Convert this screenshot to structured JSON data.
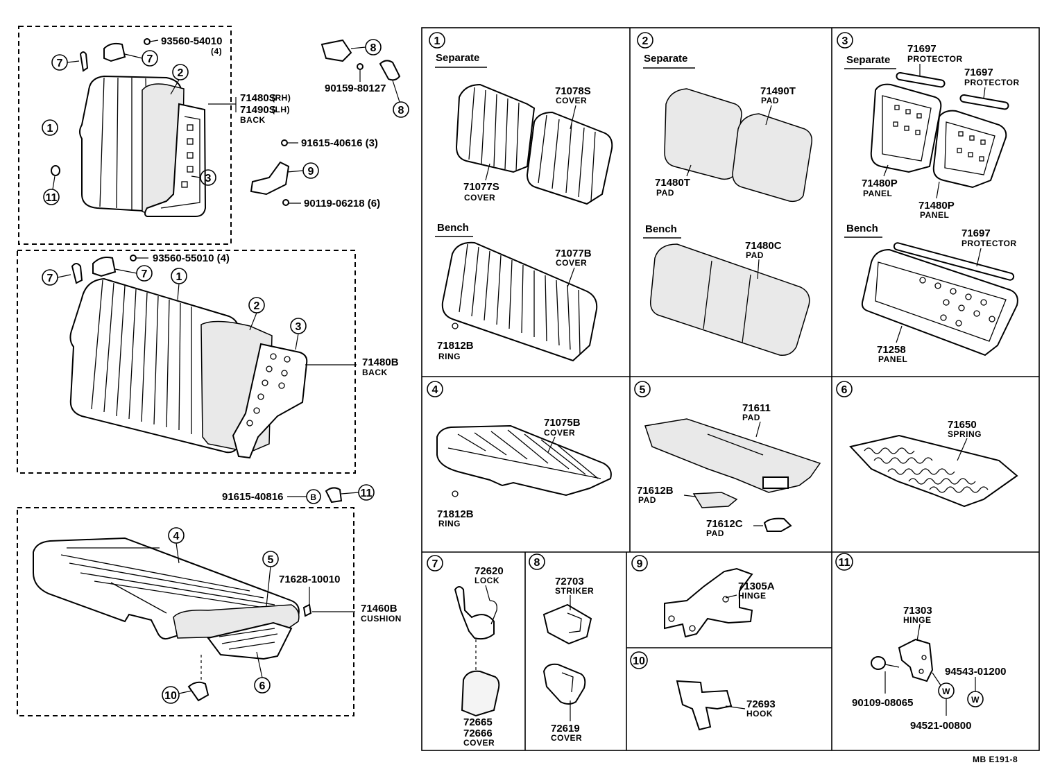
{
  "left": {
    "seat_back_separate": {
      "bolt_part": "93560-54010",
      "bolt_qty": "(4)",
      "assembly_part_rh": "71480S",
      "assembly_part_lh": "71490S",
      "rh_tag": "(RH)",
      "lh_tag": "(LH)",
      "assembly_desc": "BACK"
    },
    "hardware": {
      "bolt1": "90159-80127",
      "bolt2": "91615-40616 (3)",
      "bolt3": "90119-06218 (6)"
    },
    "seat_back_bench": {
      "bolt_part": "93560-55010 (4)",
      "assembly_part": "71480B",
      "assembly_desc": "BACK"
    },
    "bolt_b": "91615-40816",
    "bolt_b_marker": "B",
    "cushion": {
      "clip_part": "71628-10010",
      "assembly_part": "71460B",
      "assembly_desc": "CUSHION"
    }
  },
  "panels": {
    "p1": {
      "num": "1",
      "sep_heading": "Separate",
      "bench_heading": "Bench",
      "cover_s_part": "71078S",
      "cover_s_desc": "COVER",
      "cover_s2_part": "71077S",
      "cover_s2_desc": "COVER",
      "cover_b_part": "71077B",
      "cover_b_desc": "COVER",
      "ring_part": "71812B",
      "ring_desc": "RING"
    },
    "p2": {
      "num": "2",
      "sep_heading": "Separate",
      "bench_heading": "Bench",
      "pad_t1_part": "71490T",
      "pad_t1_desc": "PAD",
      "pad_t2_part": "71480T",
      "pad_t2_desc": "PAD",
      "pad_c_part": "71480C",
      "pad_c_desc": "PAD"
    },
    "p3": {
      "num": "3",
      "sep_heading": "Separate",
      "bench_heading": "Bench",
      "prot1_part": "71697",
      "prot1_desc": "PROTECTOR",
      "prot2_part": "71697",
      "prot2_desc": "PROTECTOR",
      "panel1_part": "71480P",
      "panel1_desc": "PANEL",
      "panel2_part": "71480P",
      "panel2_desc": "PANEL",
      "prot3_part": "71697",
      "prot3_desc": "PROTECTOR",
      "panel3_part": "71258",
      "panel3_desc": "PANEL"
    },
    "p4": {
      "num": "4",
      "cover_part": "71075B",
      "cover_desc": "COVER",
      "ring_part": "71812B",
      "ring_desc": "RING"
    },
    "p5": {
      "num": "5",
      "pad_part": "71611",
      "pad_desc": "PAD",
      "padb_part": "71612B",
      "padb_desc": "PAD",
      "padc_part": "71612C",
      "padc_desc": "PAD"
    },
    "p6": {
      "num": "6",
      "spring_part": "71650",
      "spring_desc": "SPRING"
    },
    "p7": {
      "num": "7",
      "lock_part": "72620",
      "lock_desc": "LOCK",
      "cover_part1": "72665",
      "cover_part2": "72666",
      "cover_desc": "COVER"
    },
    "p8": {
      "num": "8",
      "striker_part": "72703",
      "striker_desc": "STRIKER",
      "cover_part": "72619",
      "cover_desc": "COVER"
    },
    "p9": {
      "num": "9",
      "hinge_part": "71305A",
      "hinge_desc": "HINGE"
    },
    "p10": {
      "num": "10",
      "hook_part": "72693",
      "hook_desc": "HOOK"
    },
    "p11": {
      "num": "11",
      "hinge_part": "71303",
      "hinge_desc": "HINGE",
      "bolt_part": "90109-08065",
      "washer1_part": "94543-01200",
      "washer2_part": "94521-00800",
      "washer_marker": "W"
    }
  },
  "callouts": {
    "c1": "1",
    "c2": "2",
    "c3": "3",
    "c4": "4",
    "c5": "5",
    "c6": "6",
    "c7": "7",
    "c8": "8",
    "c9": "9",
    "c10": "10",
    "c11": "11"
  },
  "footer": {
    "code": "MB  E191-8"
  }
}
